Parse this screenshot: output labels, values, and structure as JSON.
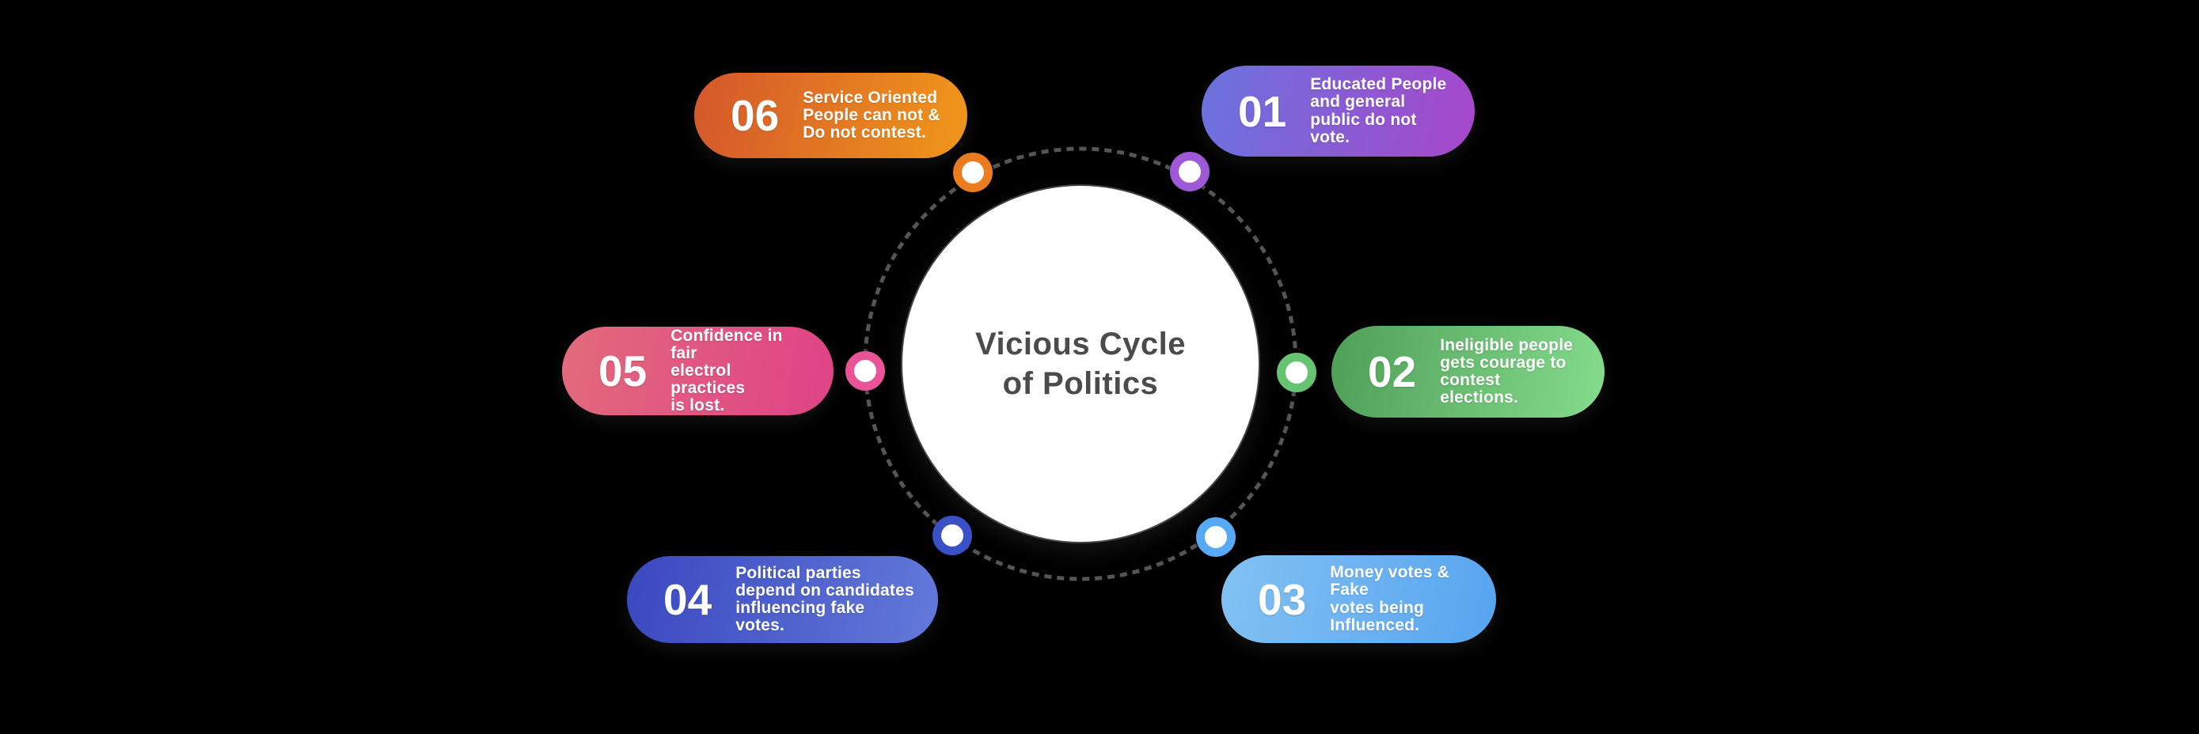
{
  "center": {
    "title_line1": "Vicious Cycle",
    "title_line2": "of Politics",
    "title_color": "#4b4b4b",
    "circle_color": "#ffffff"
  },
  "ring": {
    "color": "#555555",
    "dash": "9 7"
  },
  "items": [
    {
      "number": "01",
      "lines": [
        "Educated People",
        "and general",
        "public do not vote."
      ],
      "gradient_from": "#6a73df",
      "gradient_to": "#a747ca",
      "node_color": "#9e59d8"
    },
    {
      "number": "02",
      "lines": [
        "Ineligible people",
        "gets courage to",
        "contest elections."
      ],
      "gradient_from": "#4f9f57",
      "gradient_to": "#85dc8d",
      "node_color": "#66c371"
    },
    {
      "number": "03",
      "lines": [
        "Money votes & Fake",
        "votes being",
        "Influenced."
      ],
      "gradient_from": "#82c2f3",
      "gradient_to": "#57a4f0",
      "node_color": "#55a9f5"
    },
    {
      "number": "04",
      "lines": [
        "Political parties",
        "depend on candidates",
        "influencing fake votes."
      ],
      "gradient_from": "#3a48bf",
      "gradient_to": "#6379da",
      "node_color": "#3a50c7"
    },
    {
      "number": "05",
      "lines": [
        "Confidence in fair",
        "electrol practices",
        "is lost."
      ],
      "gradient_from": "#e26b7b",
      "gradient_to": "#df4287",
      "node_color": "#e85495"
    },
    {
      "number": "06",
      "lines": [
        "Service Oriented",
        "People can not &",
        "Do not contest."
      ],
      "gradient_from": "#d4572b",
      "gradient_to": "#f0971a",
      "node_color": "#ec7c20"
    }
  ]
}
